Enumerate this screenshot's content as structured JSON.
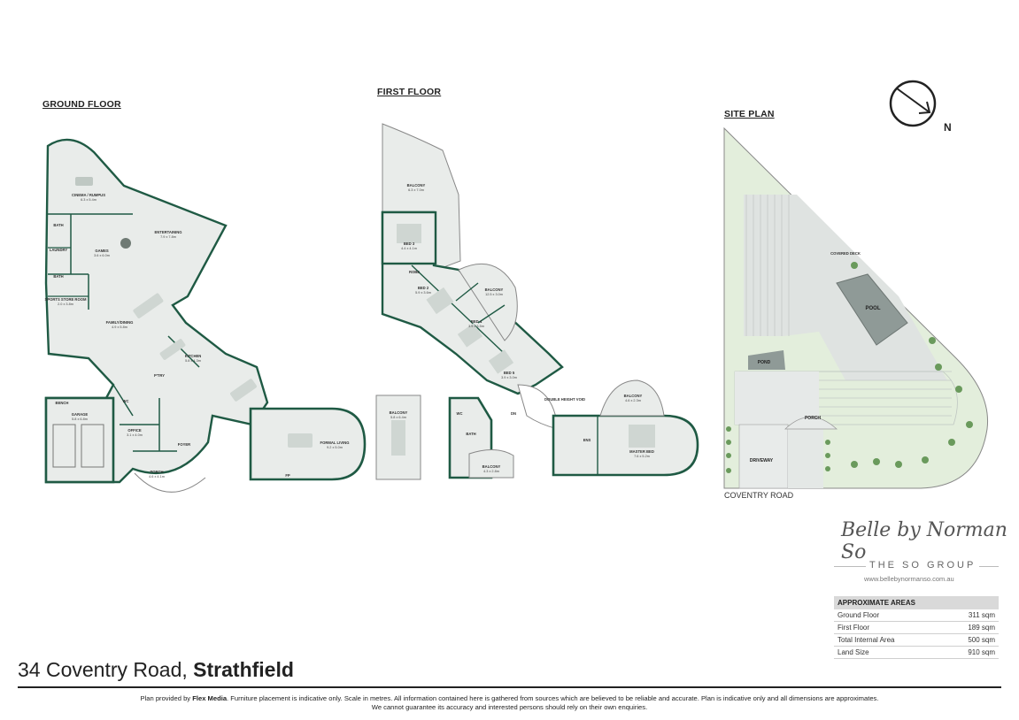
{
  "titles": {
    "ground_floor": "GROUND FLOOR",
    "first_floor": "FIRST FLOOR",
    "site_plan": "SITE PLAN"
  },
  "compass": {
    "label": "N"
  },
  "ground_rooms": {
    "cinema": {
      "name": "CINEMA / RUMPUS",
      "dim": "6.3 x 5.4m"
    },
    "entertaining": {
      "name": "ENTERTAINING",
      "dim": "7.9 x 7.8m"
    },
    "games": {
      "name": "GAMES",
      "dim": "3.6 x 6.0m"
    },
    "bath1": {
      "name": "BATH"
    },
    "laundry": {
      "name": "LAUNDRY"
    },
    "bath2": {
      "name": "BATH"
    },
    "sports": {
      "name": "SPORTS STORE ROOM",
      "dim": "2.0 x 3.8m"
    },
    "family": {
      "name": "FAMILY/DINING",
      "dim": "4.9 x 5.8m"
    },
    "kitchen": {
      "name": "KITCHEN",
      "dim": "5.8 x 4.3m"
    },
    "pantry": {
      "name": "P'TRY"
    },
    "garage": {
      "name": "GARAGE",
      "dim": "5.8 x 6.8m"
    },
    "bench": {
      "name": "BENCH"
    },
    "wc": {
      "name": "WC"
    },
    "office": {
      "name": "OFFICE",
      "dim": "3.1 x 4.0m"
    },
    "foyer": {
      "name": "FOYER"
    },
    "porch": {
      "name": "PORCH",
      "dim": "4.6 x 4.1m"
    },
    "formal": {
      "name": "FORMAL LIVING",
      "dim": "9.2 x 5.0m"
    },
    "fp": {
      "name": "FP"
    }
  },
  "first_rooms": {
    "balcony_top": {
      "name": "BALCONY",
      "dim": "6.3 x 7.0m"
    },
    "bed3": {
      "name": "BED 3",
      "dim": "4.4 x 4.1m"
    },
    "robe": {
      "name": "ROBE"
    },
    "bed2": {
      "name": "BED 2",
      "dim": "5.9 x 3.6m"
    },
    "balcony_mid": {
      "name": "BALCONY",
      "dim": "12.5 x 3.0m"
    },
    "bed4": {
      "name": "BED 4",
      "dim": "3.9 x 3.5m"
    },
    "bed5": {
      "name": "BED 5",
      "dim": "3.9 x 3.0m"
    },
    "double_void": {
      "name": "DOUBLE HEIGHT VOID"
    },
    "balcony_left": {
      "name": "BALCONY",
      "dim": "5.8 x 6.4m"
    },
    "wc": {
      "name": "WC"
    },
    "bath": {
      "name": "BATH"
    },
    "balcony_bottom": {
      "name": "BALCONY",
      "dim": "4.3 x 2.8m"
    },
    "ens": {
      "name": "ENS"
    },
    "master": {
      "name": "MASTER BED",
      "dim": "7.6 x 5.2m"
    },
    "balcony_right": {
      "name": "BALCONY",
      "dim": "4.6 x 2.3m"
    },
    "dn": {
      "name": "DN"
    }
  },
  "site": {
    "covered_deck": "COVERED DECK",
    "pool": "POOL",
    "pond": "POND",
    "porch": "PORCH",
    "driveway": "DRIVEWAY",
    "road": "COVENTRY ROAD"
  },
  "brand": {
    "script": "Belle by Norman So",
    "name": "THE SO GROUP",
    "url": "www.bellebynormanso.com.au"
  },
  "areas": {
    "header": "APPROXIMATE AREAS",
    "rows": [
      {
        "label": "Ground Floor",
        "value": "311 sqm"
      },
      {
        "label": "First Floor",
        "value": "189 sqm"
      },
      {
        "label": "Total Internal Area",
        "value": "500 sqm"
      },
      {
        "label": "Land Size",
        "value": "910 sqm"
      }
    ]
  },
  "address": {
    "street": "34 Coventry Road,",
    "suburb": "Strathfield"
  },
  "disclaimer": {
    "prefix": "Plan provided by",
    "provider": "Flex Media",
    "line1_rest": ". Furniture placement is indicative only. Scale in metres. All information contained here is gathered from sources which are believed to be reliable and accurate. Plan is indicative only and all dimensions are approximates.",
    "line2": "We cannot guarantee its accuracy and interested persons should rely on their own enquiries."
  },
  "colors": {
    "wall": "#1f5a44",
    "floor": "#e9ecea",
    "grass": "#e3eedc",
    "tree": "#6a9a5c"
  }
}
